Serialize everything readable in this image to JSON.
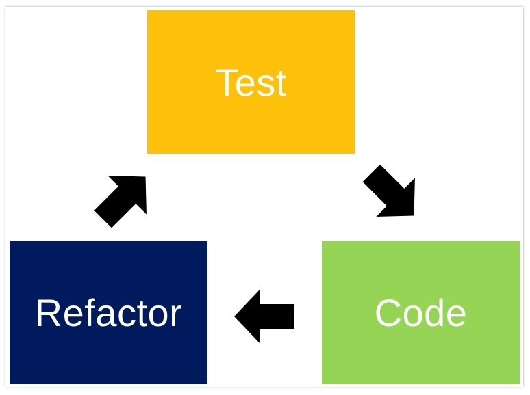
{
  "diagram": {
    "nodes": [
      {
        "id": "test",
        "label": "Test",
        "color": "#FDC00B"
      },
      {
        "id": "code",
        "label": "Code",
        "color": "#95D455"
      },
      {
        "id": "refactor",
        "label": "Refactor",
        "color": "#001A5E"
      }
    ],
    "edges": [
      {
        "from": "test",
        "to": "code"
      },
      {
        "from": "code",
        "to": "refactor"
      },
      {
        "from": "refactor",
        "to": "test"
      }
    ],
    "arrow_color": "#000000",
    "background": "#ffffff"
  }
}
